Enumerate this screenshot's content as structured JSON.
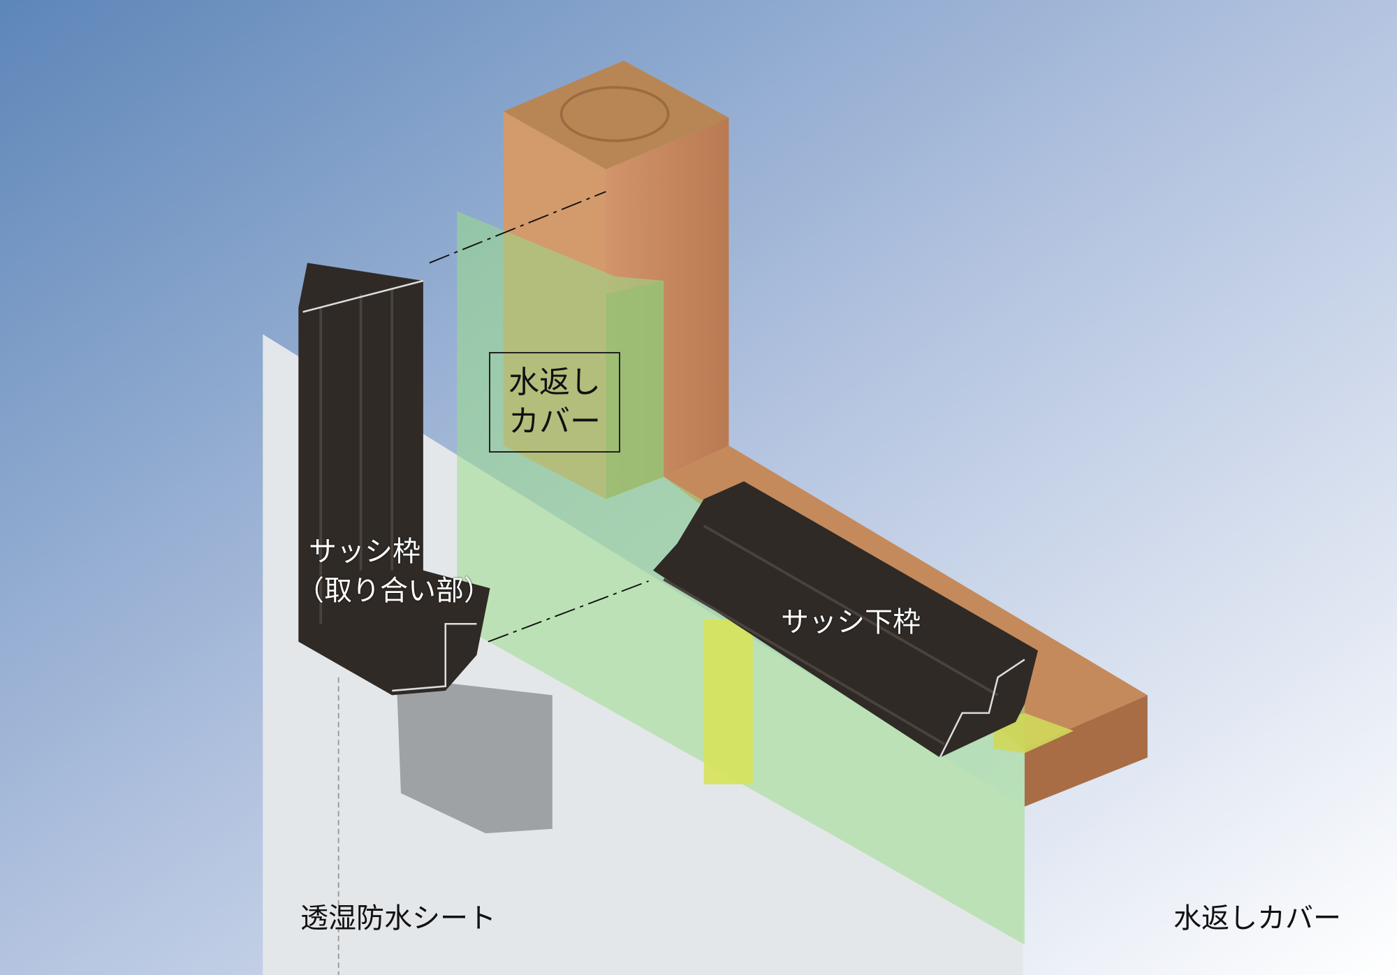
{
  "labels": {
    "cover_box_line1": "水返し",
    "cover_box_line2": "カバー",
    "sash_frame_line1": "サッシ枠",
    "sash_frame_line2": "（取り合い部）",
    "sash_sill": "サッシ下枠",
    "breathable_sheet": "透湿防水シート",
    "water_cover": "水返しカバー"
  },
  "colors": {
    "background_top_left": "#5d86b8",
    "background_bottom_right": "#ffffff",
    "wood": "#c98a5e",
    "green_cover": "#9bdc8a",
    "sash": "#2f2a26",
    "sheet": "#e6e9ec",
    "yellow_tape": "#d6e35a"
  }
}
